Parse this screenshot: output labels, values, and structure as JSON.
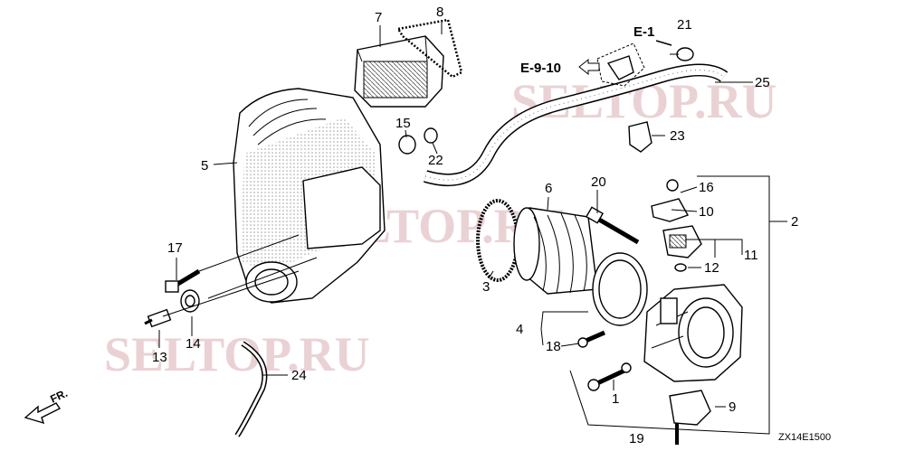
{
  "diagram": {
    "code": "ZX14E1500",
    "watermarks": [
      "SELTOP.RU",
      "SELTOP.RU",
      "SELTOP.RU"
    ],
    "refs": {
      "e1": "E-1",
      "e910": "E-9-10"
    },
    "direction": "FR.",
    "parts": [
      "1",
      "2",
      "3",
      "4",
      "5",
      "6",
      "7",
      "8",
      "9",
      "10",
      "11",
      "12",
      "13",
      "14",
      "15",
      "16",
      "17",
      "18",
      "19",
      "20",
      "21",
      "22",
      "23",
      "24",
      "25"
    ]
  }
}
